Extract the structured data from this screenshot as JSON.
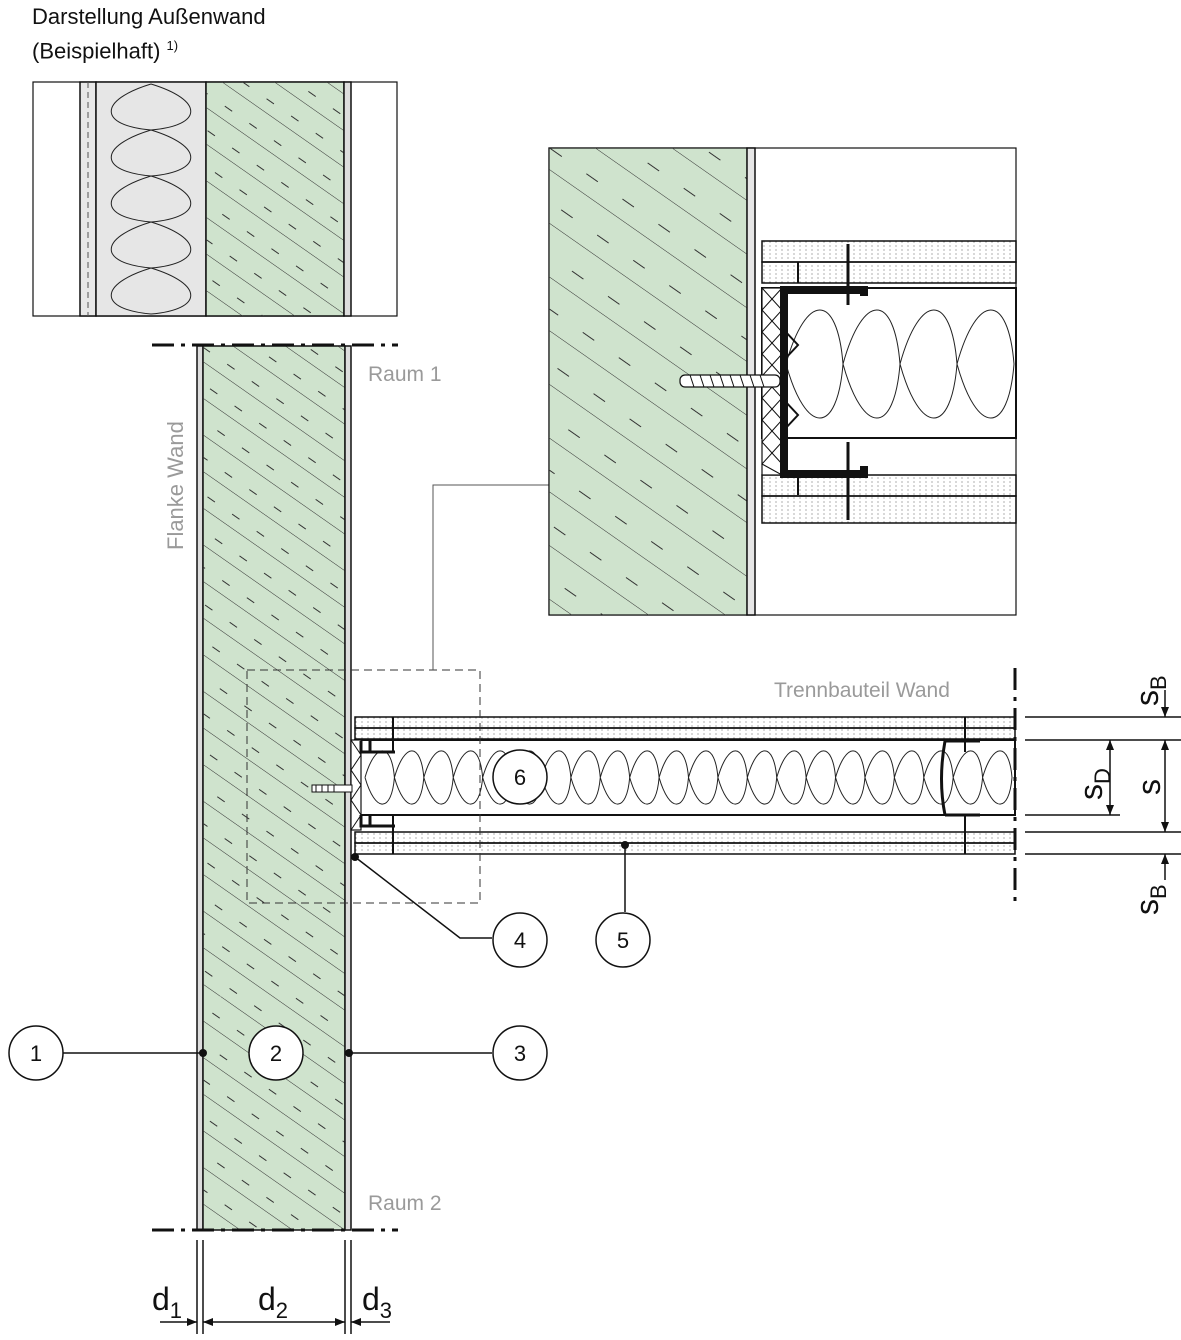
{
  "title": {
    "line1": "Darstellung Außenwand",
    "line2": "(Beispielhaft)",
    "footnote": "1)"
  },
  "labels": {
    "raum1": "Raum 1",
    "raum2": "Raum 2",
    "flanke": "Flanke Wand",
    "trennbauteil": "Trennbauteil Wand"
  },
  "callouts": [
    "1",
    "2",
    "3",
    "4",
    "5",
    "6"
  ],
  "dimensions": {
    "d1": "d",
    "d1_sub": "1",
    "d2": "d",
    "d2_sub": "2",
    "d3": "d",
    "d3_sub": "3",
    "sb": "s",
    "sb_sub": "B",
    "sd": "s",
    "sd_sub": "D",
    "s": "s"
  },
  "colors": {
    "masonry": "#cfe3cd",
    "insulation": "#e6e6e6",
    "board": "#f0f0f0",
    "label_gray": "#9a9a9a",
    "line": "#111111"
  }
}
